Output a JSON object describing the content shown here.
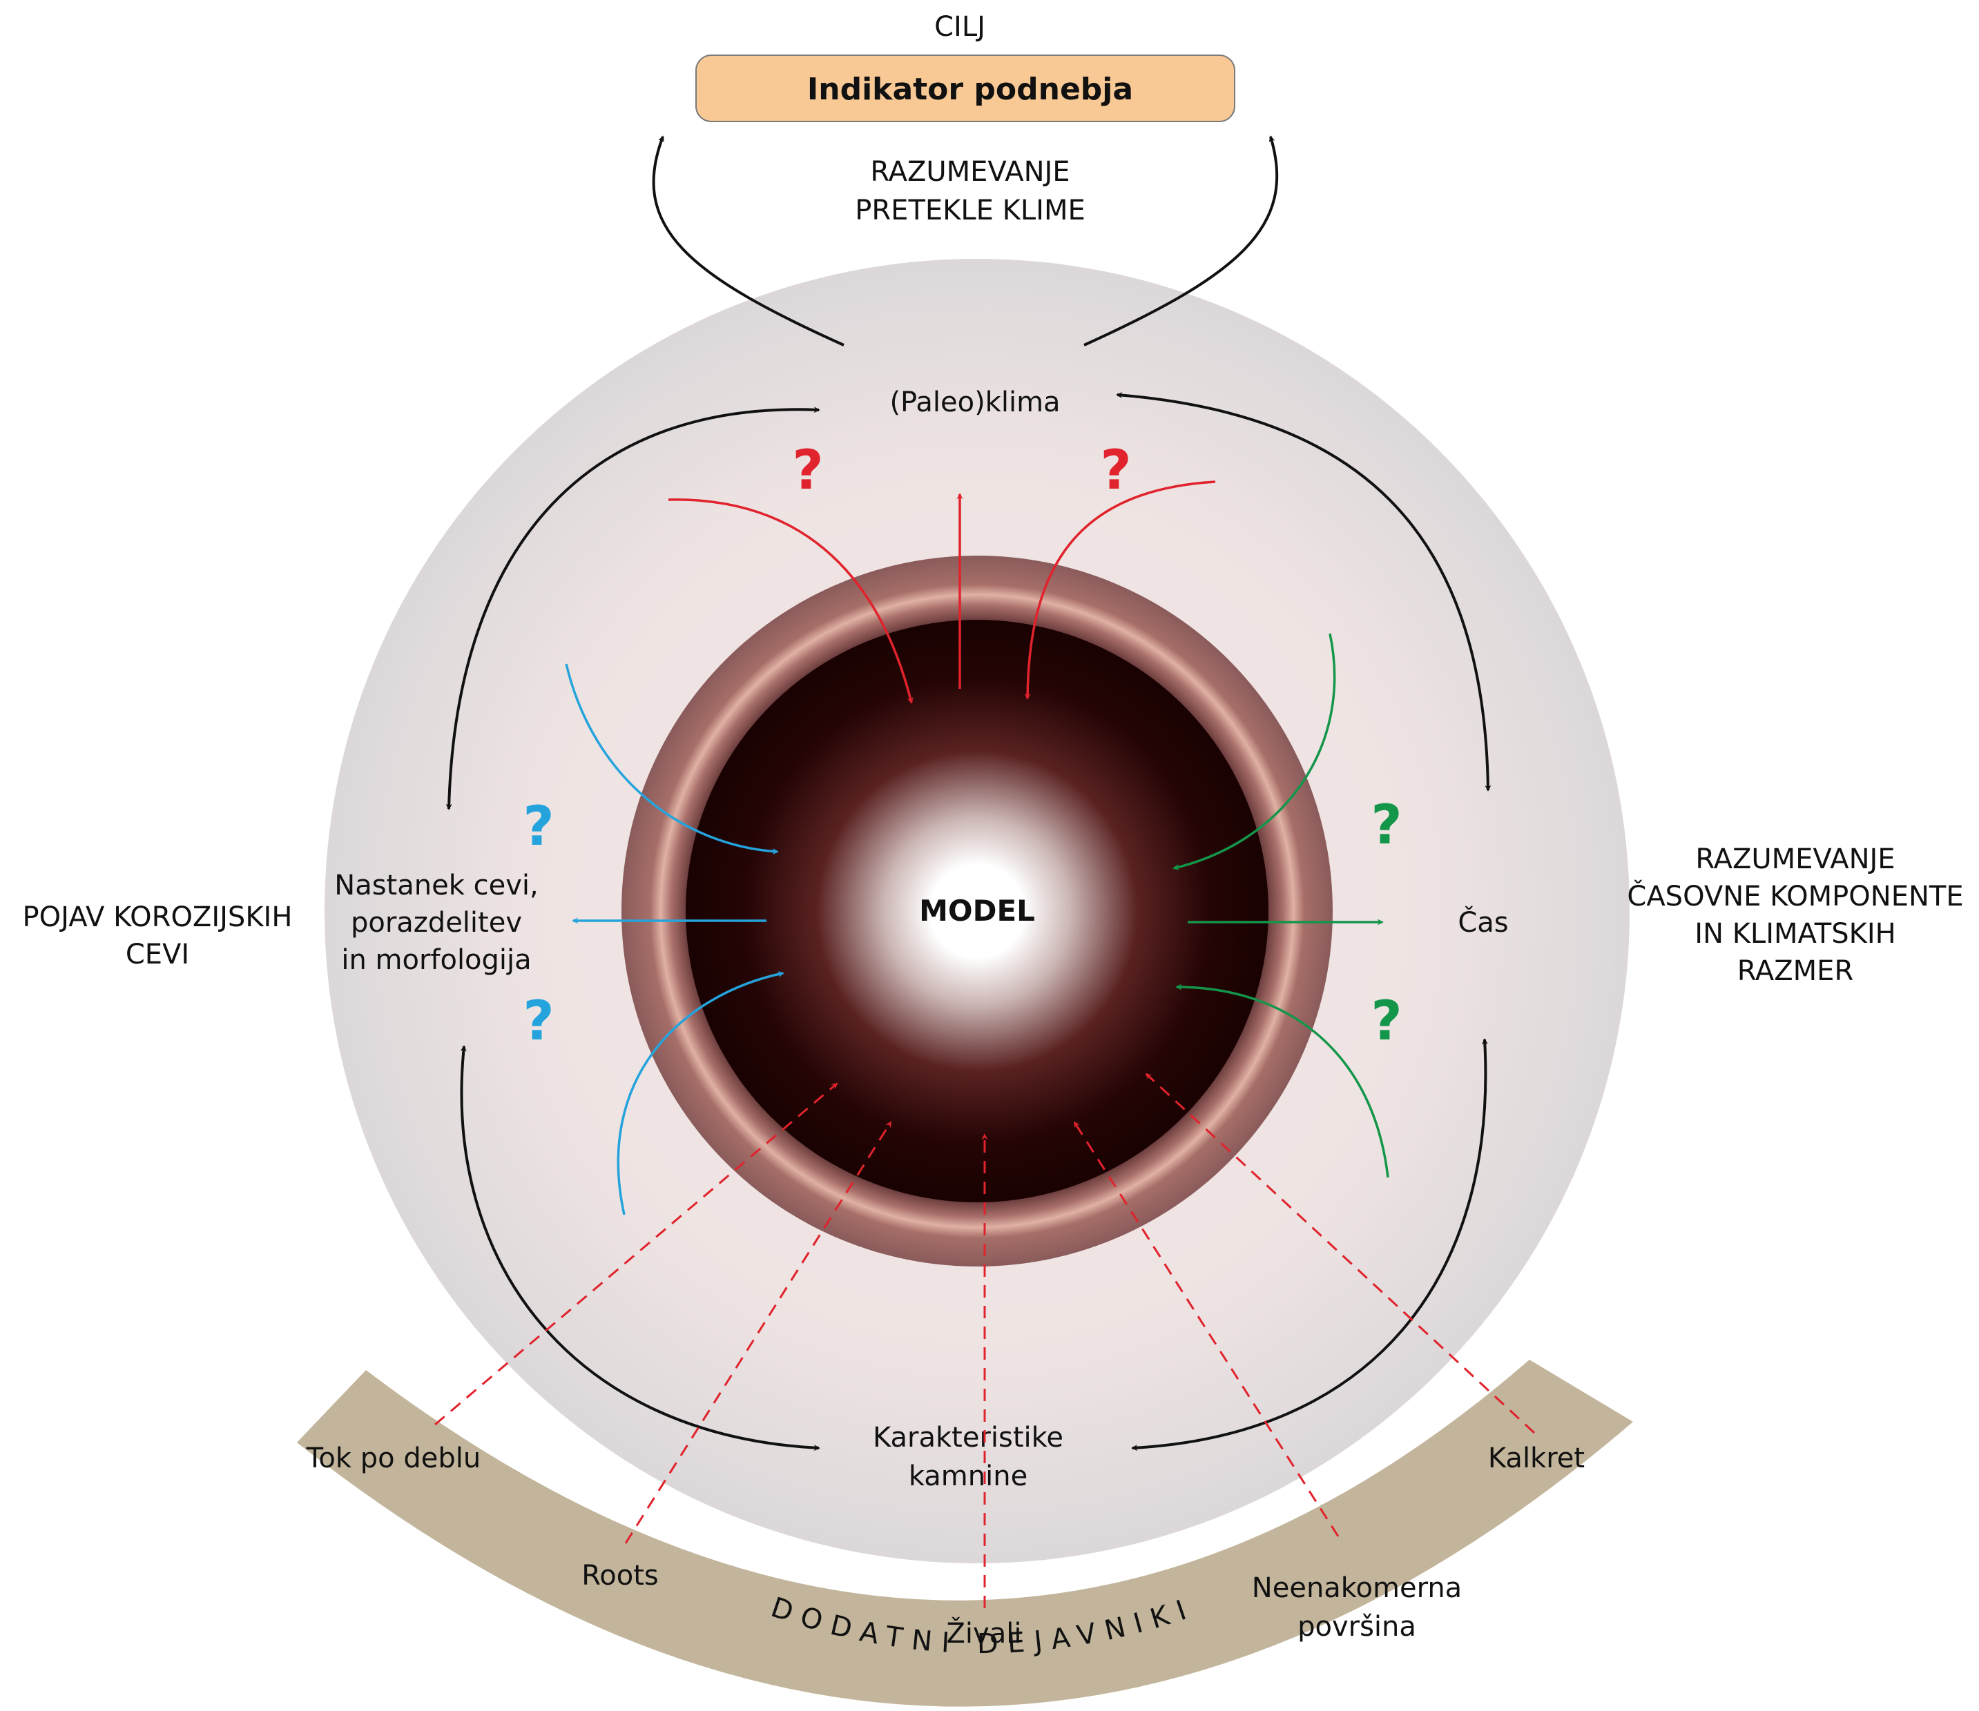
{
  "goal": {
    "caption": "CILJ",
    "title": "Indikator podnebja"
  },
  "top_label": {
    "line1": "RAZUMEVANJE",
    "line2": "PRETEKLE KLIME"
  },
  "left_label": {
    "line1": "POJAV KOROZIJSKIH",
    "line2": "CEVI"
  },
  "right_label": {
    "line1": "RAZUMEVANJE",
    "line2": "ČASOVNE KOMPONENTE",
    "line3": "IN KLIMATSKIH",
    "line4": "RAZMER"
  },
  "nodes": {
    "paleo": "(Paleo)klima",
    "formation": {
      "line1": "Nastanek cevi,",
      "line2": "porazdelitev",
      "line3": "in morfologija"
    },
    "time": "Čas",
    "rock": {
      "line1": "Karakteristike",
      "line2": "kamnine"
    },
    "center": "MODEL"
  },
  "question_mark": "?",
  "factors": {
    "band_label": "DODATNI DEJAVNIKI",
    "items": {
      "trunk_flow": "Tok po deblu",
      "roots": "Roots",
      "animals": "Živali",
      "unconformity": {
        "line1": "Neenakomerna",
        "line2": "površina"
      },
      "calcrete": "Kalkret"
    }
  },
  "colors": {
    "goal_fill": "#f9c995",
    "outer_disc": "#e3dfe0",
    "ring": "#9c6b68",
    "core": "#2a0606",
    "band": "#c2b59b",
    "red": "#e0232c",
    "blue": "#24a3dc",
    "green": "#13964a",
    "black": "#111111"
  }
}
